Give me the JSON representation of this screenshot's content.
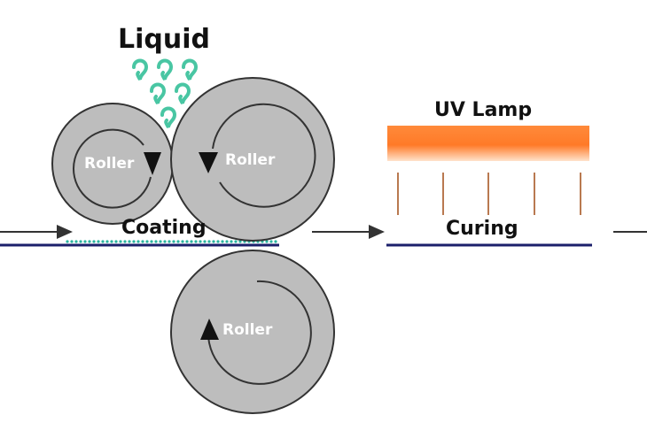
{
  "labels": {
    "liquid": "Liquid",
    "uv_lamp": "UV Lamp",
    "coating": "Coating",
    "curing": "Curing"
  },
  "rollers": [
    {
      "id": "small-top-left",
      "label": "Roller",
      "direction": "clockwise"
    },
    {
      "id": "large-top",
      "label": "Roller",
      "direction": "counter-clockwise"
    },
    {
      "id": "bottom",
      "label": "Roller",
      "direction": "clockwise"
    }
  ],
  "colors": {
    "roller_fill": "#bdbdbd",
    "roller_stroke": "#333333",
    "droplet": "#49c6a3",
    "lamp_top": "#ff8a3a",
    "lamp_bottom": "#ffe3cc",
    "lamp_ray": "#b97950",
    "substrate": "#1b1f6b",
    "arrow": "#333333",
    "coating_dots": "#2bb3a0"
  }
}
